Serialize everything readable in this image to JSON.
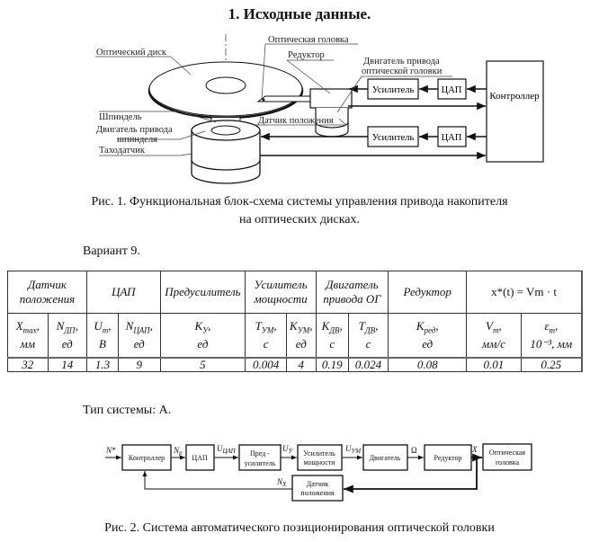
{
  "document": {
    "heading": "1. Исходные данные.",
    "figure1": {
      "caption_line1": "Рис. 1. Функциональная блок-схема системы управления привода накопителя",
      "caption_line2": "на оптических дисках.",
      "labels": {
        "optical_disk": "Оптический диск",
        "optical_head": "Оптическая головка",
        "reducer": "Редуктор",
        "head_motor_line1": "Двигатель привода",
        "head_motor_line2": "оптической головки",
        "spindle": "Шпиндель",
        "spindle_motor_line1": "Двигатель привода",
        "spindle_motor_line2": "шпинделя",
        "tacho": "Таходатчик",
        "position_sensor": "Датчик положения",
        "amplifier_top": "Усилитель",
        "dac_top": "ЦАП",
        "amplifier_bottom": "Усилитель",
        "dac_bottom": "ЦАП",
        "controller": "Контроллер"
      }
    },
    "variant": "Вариант 9.",
    "table": {
      "groups": [
        "Датчик положения",
        "ЦАП",
        "Предусилитель",
        "Усилитель мощности",
        "Двигатель привода ОГ",
        "Редуктор",
        "x*(t) = Vm · t"
      ],
      "params": [
        {
          "sym": "X",
          "sub": "max",
          "unit": "мм"
        },
        {
          "sym": "N",
          "sub": "ДП",
          "unit": "ед"
        },
        {
          "sym": "U",
          "sub": "m",
          "unit": "B"
        },
        {
          "sym": "N",
          "sub": "ЦАП",
          "unit": "ед"
        },
        {
          "sym": "K",
          "sub": "У",
          "unit": "ед"
        },
        {
          "sym": "T",
          "sub": "УМ",
          "unit": "c"
        },
        {
          "sym": "K",
          "sub": "УМ",
          "unit": "ед"
        },
        {
          "sym": "K",
          "sub": "ДВ",
          "unit": "c"
        },
        {
          "sym": "T",
          "sub": "ДВ",
          "unit": "c"
        },
        {
          "sym": "K",
          "sub": "ред",
          "unit": "ед"
        },
        {
          "sym": "V",
          "sub": "m",
          "unit": "мм/c"
        },
        {
          "sym": "ε",
          "sub": "m",
          "unit": "10⁻³, мм"
        }
      ],
      "values": [
        "32",
        "14",
        "1.3",
        "9",
        "5",
        "0.004",
        "4",
        "0.19",
        "0.024",
        "0.08",
        "0.01",
        "0.25"
      ]
    },
    "system_type": "Тип системы: А.",
    "figure2": {
      "caption": "Рис. 2. Система автоматического позиционирования оптической головки",
      "blocks": {
        "controller": "Контроллер",
        "dac": "ЦАП",
        "preamp_line1": "Пред -",
        "preamp_line2": "усилитель",
        "power_amp_line1": "Усилитель",
        "power_amp_line2": "мощности",
        "motor": "Двигатель",
        "reducer": "Редуктор",
        "optical_head_line1": "Оптическая",
        "optical_head_line2": "головка",
        "sensor_line1": "Датчик",
        "sensor_line2": "положения"
      },
      "signals": {
        "input": "N*",
        "np": "N",
        "np_sub": "р",
        "u_dac": "U",
        "u_dac_sub": "ЦАП",
        "u_y": "U",
        "u_y_sub": "У",
        "u_um": "U",
        "u_um_sub": "УМ",
        "omega": "Ω",
        "x": "X",
        "nx": "N",
        "nx_sub": "X"
      }
    }
  }
}
